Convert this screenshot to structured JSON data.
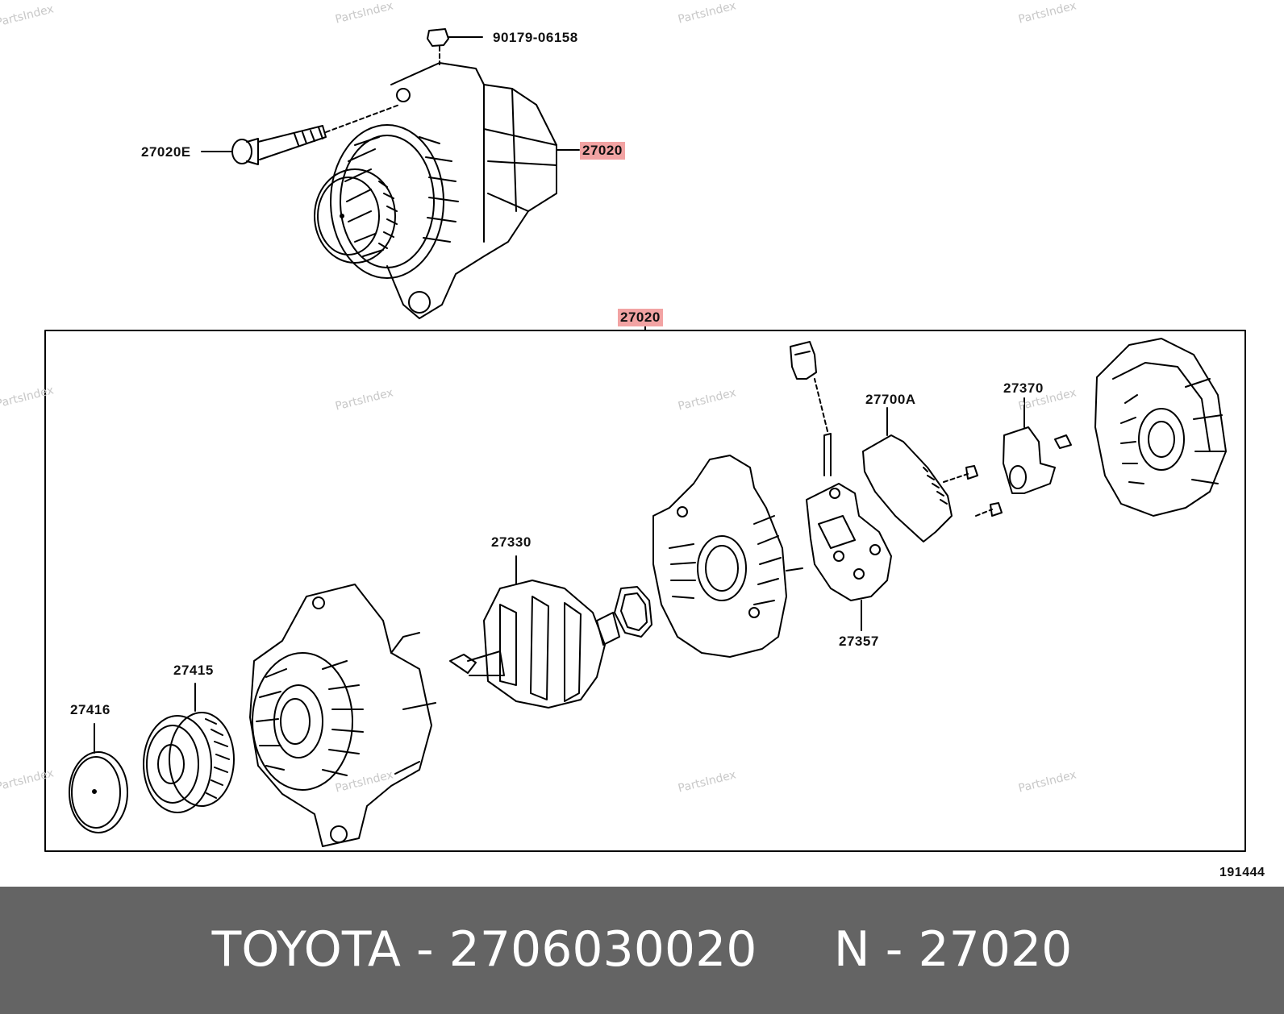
{
  "callouts": {
    "bolt_top": "90179-06158",
    "bolt_side": "27020E",
    "assembly_top": "27020",
    "assembly_frame": "27020",
    "rectifier_terminal": "27700A",
    "brush_holder": "27370",
    "rotor": "27330",
    "rectifier_holder": "27357",
    "pulley": "27415",
    "pulley_cap": "27416"
  },
  "diagram_number": "191444",
  "watermark": "PartsIndex",
  "footer": {
    "text": "TOYOTA - 2706030020     N - 27020"
  },
  "colors": {
    "highlight": "#f2a3a3",
    "footer_bg": "#646464",
    "line": "#000000"
  }
}
